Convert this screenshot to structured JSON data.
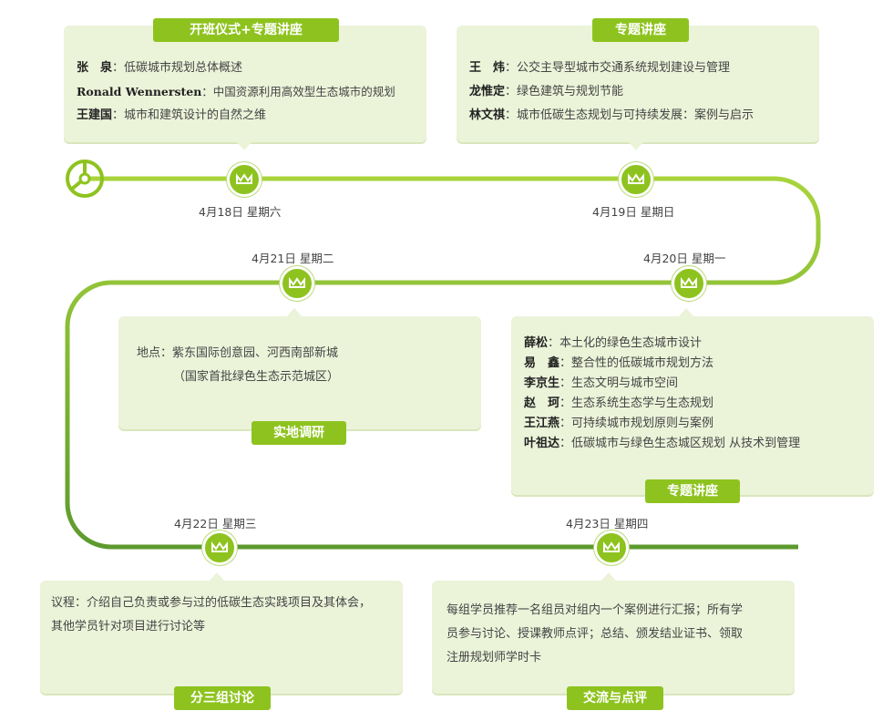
{
  "colors": {
    "accent": "#8ec31f",
    "track_light": "#a8d43c",
    "track_dark": "#4f8a2a",
    "card": "#ebf3d9"
  },
  "sessions": {
    "opening": {
      "tag": "开班仪式+专题讲座",
      "lines": [
        {
          "speaker": "张　泉",
          "topic": "：低碳城市规划总体概述"
        },
        {
          "speaker": "Ronald Wennersten",
          "topic": "：中国资源利用高效型生态城市的规划"
        },
        {
          "speaker": "王建国",
          "topic": "：城市和建筑设计的自然之维"
        }
      ],
      "date": "4月18日 星期六"
    },
    "lecture1": {
      "tag": "专题讲座",
      "lines": [
        {
          "speaker": "王　炜",
          "topic": "：公交主导型城市交通系统规划建设与管理"
        },
        {
          "speaker": "龙惟定",
          "topic": "：绿色建筑与规划节能"
        },
        {
          "speaker": "林文祺",
          "topic": "：城市低碳生态规划与可持续发展：案例与启示"
        }
      ],
      "date": "4月19日 星期日"
    },
    "field": {
      "tag": "实地调研",
      "text1": "地点：紫东国际创意园、河西南部新城",
      "text2": "（国家首批绿色生态示范城区）",
      "date": "4月21日 星期二"
    },
    "lecture2": {
      "tag": "专题讲座",
      "lines": [
        {
          "speaker": "薛松",
          "topic": "：本土化的绿色生态城市设计"
        },
        {
          "speaker": "易　鑫",
          "topic": "：整合性的低碳城市规划方法"
        },
        {
          "speaker": "李京生",
          "topic": "：生态文明与城市空间"
        },
        {
          "speaker": "赵　珂",
          "topic": "：生态系统生态学与生态规划"
        },
        {
          "speaker": "王江燕",
          "topic": "：可持续城市规划原则与案例"
        },
        {
          "speaker": "叶祖达",
          "topic": "：低碳城市与绿色生态城区规划 从技术到管理"
        }
      ],
      "date": "4月20日 星期一"
    },
    "group": {
      "tag": "分三组讨论",
      "text1": "议程：介绍自己负责或参与过的低碳生态实践项目及其体会，",
      "text2": "其他学员针对项目进行讨论等",
      "date": "4月22日 星期三"
    },
    "review": {
      "tag": "交流与点评",
      "text1": "每组学员推荐一名组员对组内一个案例进行汇报；所有学",
      "text2": "员参与讨论、授课教师点评；总结、颁发结业证书、领取",
      "text3": "注册规划师学时卡",
      "date": "4月23日 星期四"
    }
  },
  "icons": {
    "start": "start-dial-icon",
    "node": "crown-icon"
  }
}
